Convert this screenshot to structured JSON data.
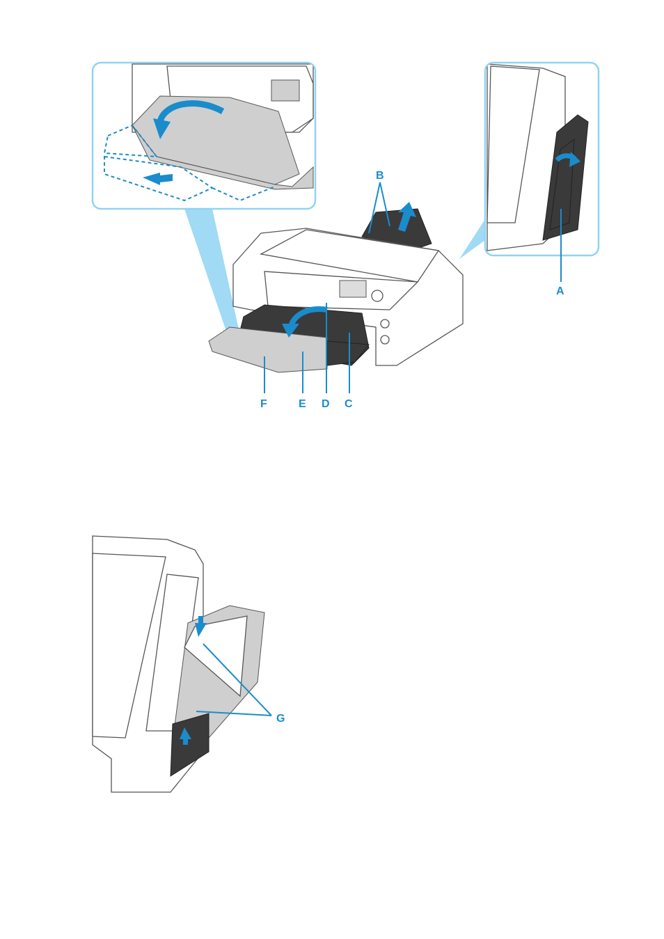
{
  "figure1": {
    "labels": {
      "A": "A",
      "B": "B",
      "C": "C",
      "D": "D",
      "E": "E",
      "F": "F"
    }
  },
  "figure2": {
    "labels": {
      "G": "G"
    }
  },
  "colors": {
    "accent": "#1a8ccc",
    "inset_border": "#8fd4f2"
  }
}
